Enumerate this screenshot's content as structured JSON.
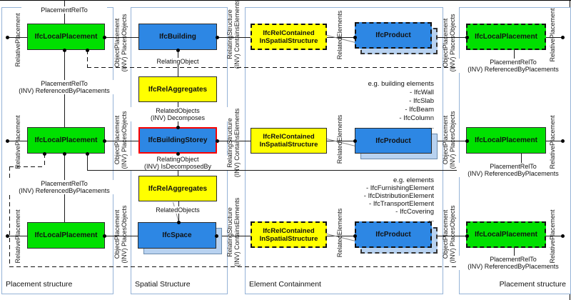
{
  "columns": {
    "placement_left": "Placement structure",
    "spatial": "Spatial Structure",
    "element": "Element Containment",
    "placement_right": "Placement structure"
  },
  "nodes": {
    "local_placement": "IfcLocalPlacement",
    "building": "IfcBuilding",
    "rel_aggregates": "IfcRelAggregates",
    "building_storey": "IfcBuildingStorey",
    "space": "IfcSpace",
    "rel_contained_line1": "IfcRelContained",
    "rel_contained_line2": "InSpatialStructure",
    "product": "IfcProduct"
  },
  "edge_labels": {
    "placement_rel_to": "PlacementRelTo",
    "referenced_by_placements_inv": "(INV) ReferencedByPlacements",
    "relative_placement": "RelativePlacement",
    "object_placement": "ObjectPlacement",
    "places_objects_inv": "(INV) PlacesObjects",
    "relating_structure": "RelatingStructure",
    "contains_elements_inv": "(INV) ContainsElements",
    "relating_object": "RelatingObject",
    "related_objects": "RelatedObjects",
    "decomposes_inv": "(INV) Decomposes",
    "is_decomposed_by_inv": "(INV) IsDecomposedBy",
    "related_elements": "RelatedElements"
  },
  "notes": {
    "building_elements": [
      "e.g. building elements",
      "- IfcWall",
      "- IfcSlab",
      "- IfcBeam",
      "- IfcColumn",
      "..."
    ],
    "elements": [
      "e.g. elements",
      "- IfcFurnishingElement",
      "- IfcDistributionElement",
      "- IfcTransportElement",
      "- IfcCovering",
      "..."
    ]
  },
  "colors": {
    "placement_green": "#00e000",
    "entity_blue": "#2d87e4",
    "shadow_blue": "#b8d2f0",
    "relation_yellow": "#ffff00",
    "highlight_red_border": "#ff0000",
    "column_border_blue": "#95b3d7"
  }
}
